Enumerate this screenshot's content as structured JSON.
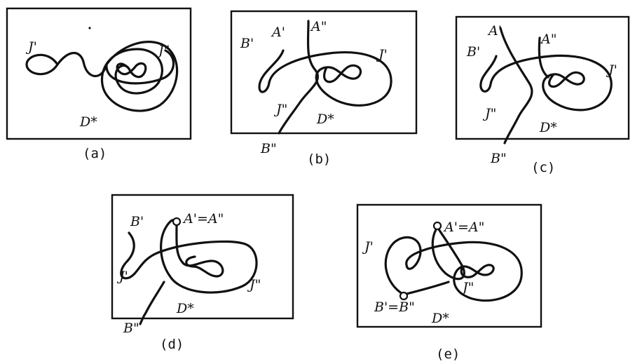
{
  "panels": [
    {
      "id": "a",
      "caption": "(a)",
      "labels": {
        "j_prime": "J'",
        "j_double": "J\"",
        "domain": "D*"
      }
    },
    {
      "id": "b",
      "caption": "(b)",
      "labels": {
        "b_prime": "B'",
        "a_prime": "A'",
        "a_double": "A\"",
        "j_prime": "J'",
        "j_double": "J\"",
        "domain": "D*",
        "b_double": "B\""
      }
    },
    {
      "id": "c",
      "caption": "(c)",
      "labels": {
        "a_prime": "A'",
        "a_double": "A\"",
        "b_prime": "B'",
        "j_prime": "J'",
        "j_double": "J\"",
        "domain": "D*",
        "b_double": "B\""
      }
    },
    {
      "id": "d",
      "caption": "(d)",
      "labels": {
        "b_prime": "B'",
        "a_merge": "A'=A\"",
        "j_prime": "J'",
        "j_double": "J\"",
        "domain": "D*",
        "b_double": "B\""
      }
    },
    {
      "id": "e",
      "caption": "(e)",
      "labels": {
        "j_prime": "J'",
        "a_merge": "A'=A\"",
        "j_double": "J\"",
        "b_merge": "B'=B\"",
        "domain": "D*"
      }
    }
  ]
}
